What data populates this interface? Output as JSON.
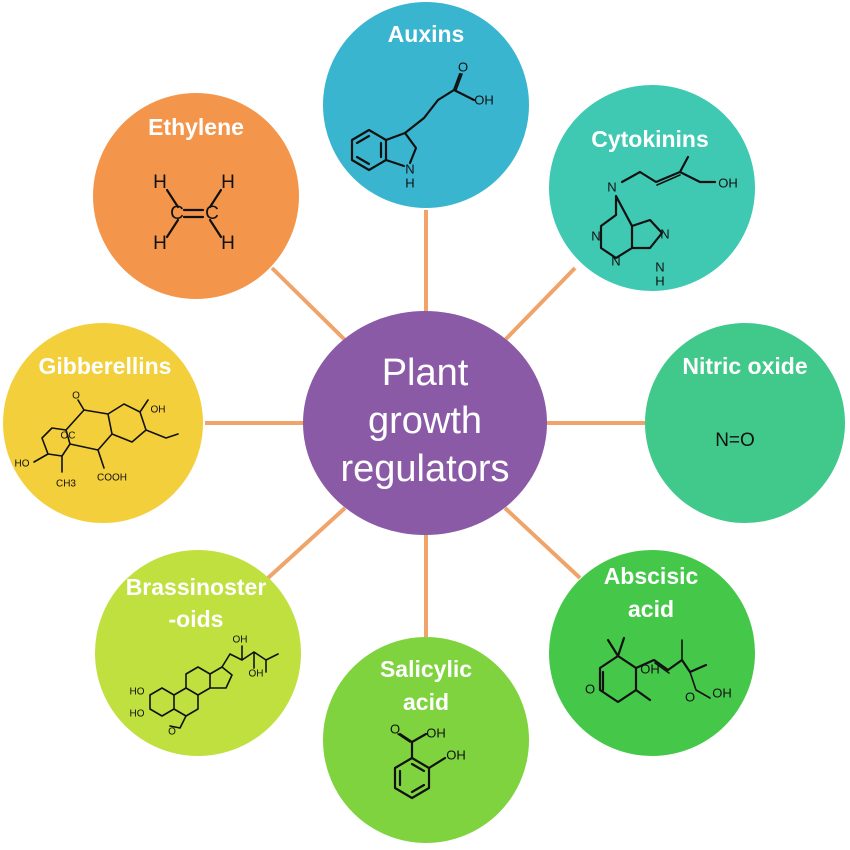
{
  "hub": {
    "lines": [
      "Plant",
      "growth",
      "regulators"
    ],
    "color": "#8a5aa6"
  },
  "spoke_color": "#f0a46a",
  "nodes": [
    {
      "id": "auxins",
      "title_lines": [
        "Auxins"
      ],
      "color": "#3ab5cf",
      "structure": "indole-3-acetic-acid",
      "atoms": {
        "oh": "OH",
        "o": "O",
        "nh": "N",
        "h": "H"
      }
    },
    {
      "id": "cytokinins",
      "title_lines": [
        "Cytokinins"
      ],
      "color": "#3fc9b2",
      "structure": "zeatin",
      "atoms": {
        "nh": "N",
        "h": "H",
        "oh": "OH",
        "n1": "N",
        "n2": "N",
        "n3": "N",
        "n4": "N",
        "h2": "H"
      }
    },
    {
      "id": "nitric-oxide",
      "title_lines": [
        "Nitric oxide"
      ],
      "color": "#40c98a",
      "structure": "nitric-oxide",
      "atoms": {
        "formula": "N=O"
      }
    },
    {
      "id": "abscisic-acid",
      "title_lines": [
        "Abscisic",
        "acid"
      ],
      "color": "#45c84a",
      "structure": "abscisic-acid",
      "atoms": {
        "oh": "OH",
        "o": "O",
        "cooh_o": "O",
        "cooh_oh": "OH"
      }
    },
    {
      "id": "salicylic-acid",
      "title_lines": [
        "Salicylic",
        "acid"
      ],
      "color": "#7fd33f",
      "structure": "salicylic-acid",
      "atoms": {
        "o": "O",
        "oh1": "OH",
        "oh2": "OH"
      }
    },
    {
      "id": "brassinosteroids",
      "title_lines": [
        "Brassinoster",
        "-oids"
      ],
      "color": "#bfe03f",
      "structure": "brassinolide",
      "atoms": {
        "ho1": "HO",
        "ho2": "HO",
        "oh1": "OH",
        "oh2": "OH",
        "o": "O"
      }
    },
    {
      "id": "gibberellins",
      "title_lines": [
        "Gibberellins"
      ],
      "color": "#f4cf3c",
      "structure": "gibberellic-acid",
      "atoms": {
        "oh": "OH",
        "ho": "HO",
        "co": "OC",
        "o": "O",
        "ch3": "CH3",
        "cooh": "COOH"
      }
    },
    {
      "id": "ethylene",
      "title_lines": [
        "Ethylene"
      ],
      "color": "#f3964b",
      "structure": "ethylene",
      "atoms": {
        "c1": "C",
        "c2": "C",
        "h": "H"
      }
    }
  ]
}
